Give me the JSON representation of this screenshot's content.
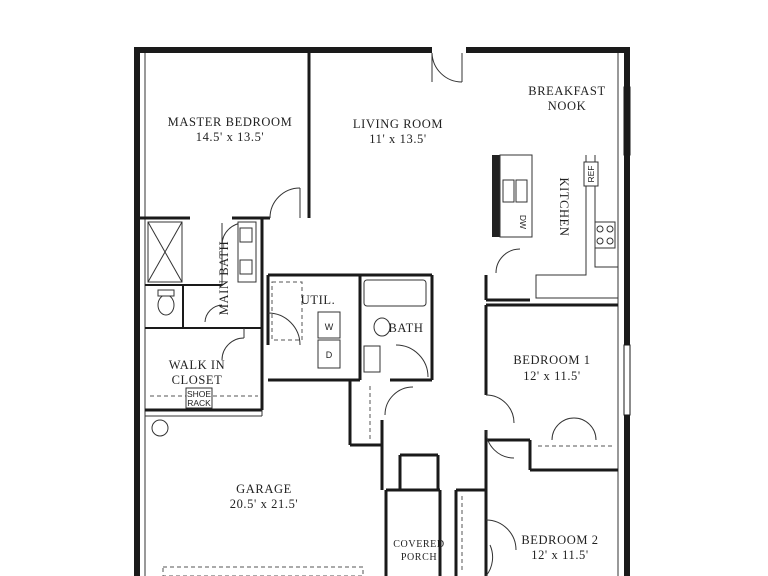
{
  "rooms": {
    "master_bedroom": {
      "name": "MASTER BEDROOM",
      "dim": "14.5' x 13.5'"
    },
    "living_room": {
      "name": "LIVING ROOM",
      "dim": "11' x 13.5'"
    },
    "breakfast_nook": {
      "line1": "BREAKFAST",
      "line2": "NOOK"
    },
    "kitchen": {
      "name": "KITCHEN"
    },
    "main_bath": {
      "name": "MAIN BATH"
    },
    "util": {
      "name": "UTIL."
    },
    "bath": {
      "name": "BATH"
    },
    "walk_in_closet": {
      "line1": "WALK IN",
      "line2": "CLOSET"
    },
    "bedroom1": {
      "name": "BEDROOM 1",
      "dim": "12' x 11.5'"
    },
    "garage": {
      "name": "GARAGE",
      "dim": "20.5' x 21.5'"
    },
    "covered_porch": {
      "line1": "COVERED",
      "line2": "PORCH"
    },
    "bedroom2": {
      "name": "BEDROOM 2",
      "dim": "12' x 11.5'"
    }
  },
  "fixtures": {
    "ref": "REF",
    "dw": "DW",
    "washer": "W",
    "dryer": "D",
    "shoe_rack_1": "SHOE",
    "shoe_rack_2": "RACK"
  }
}
